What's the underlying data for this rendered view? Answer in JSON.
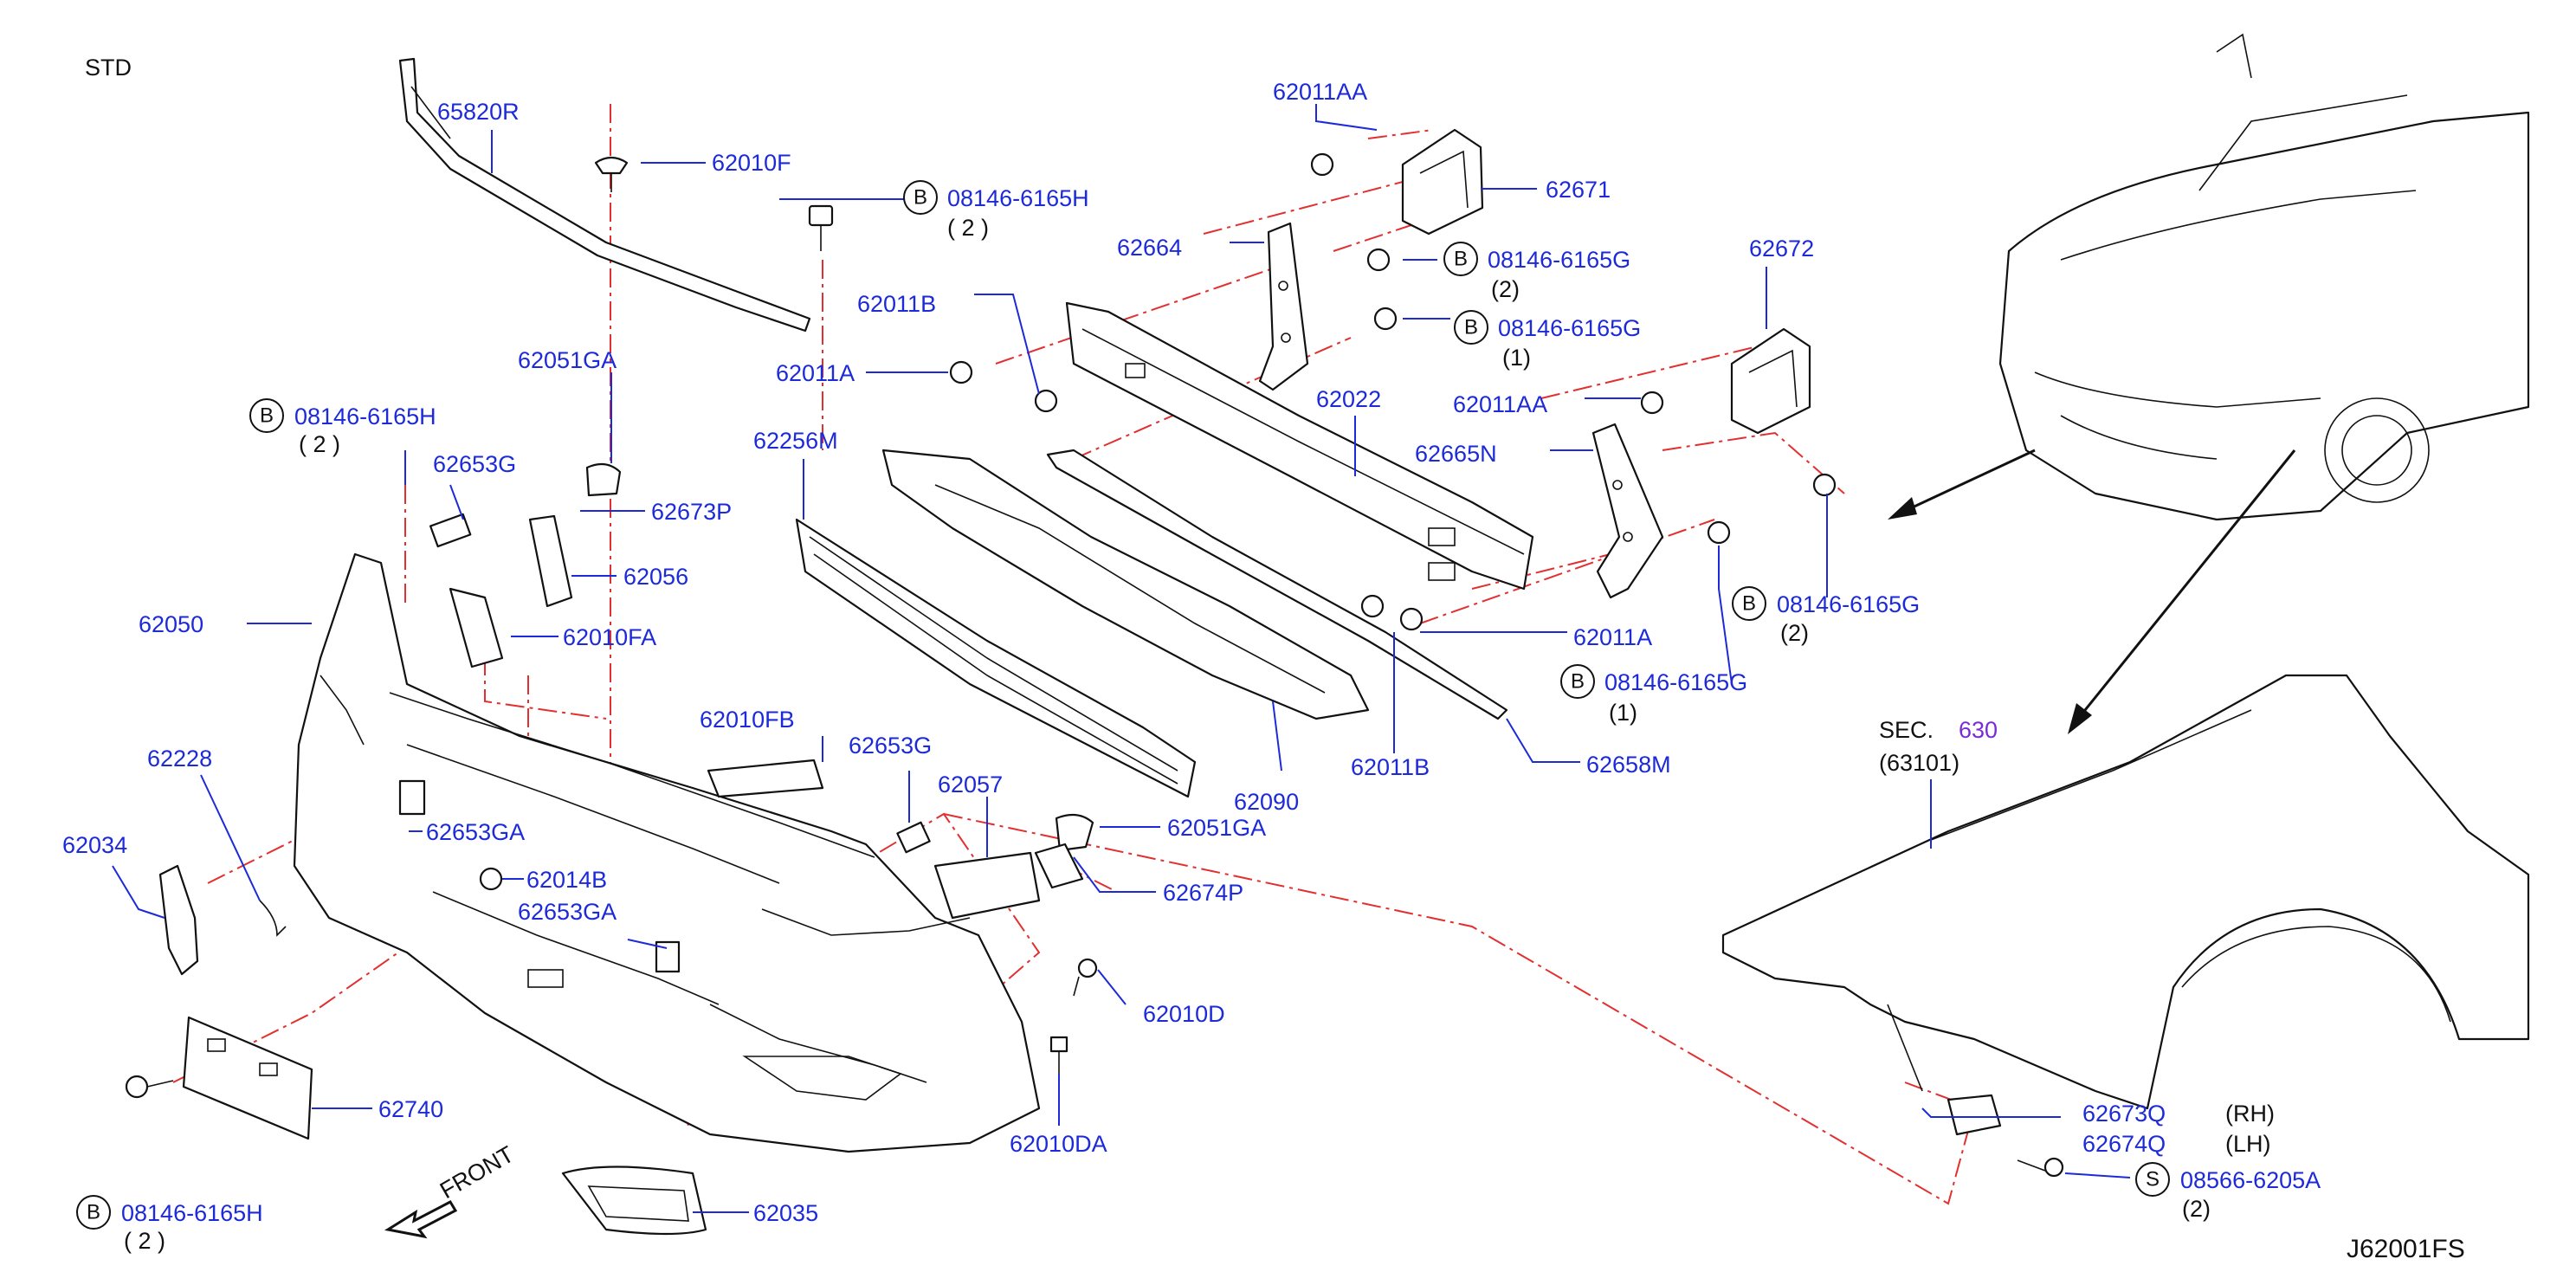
{
  "header": {
    "std": "STD"
  },
  "footer": {
    "diagram_code": "J62001FS"
  },
  "front_label": "FRONT",
  "parts": [
    {
      "id": "p65820R",
      "number": "65820R"
    },
    {
      "id": "p62010F",
      "number": "62010F"
    },
    {
      "id": "p62051GA_top",
      "number": "62051GA"
    },
    {
      "id": "p62653G_left",
      "number": "62653G"
    },
    {
      "id": "p62673P",
      "number": "62673P"
    },
    {
      "id": "p62056",
      "number": "62056"
    },
    {
      "id": "p62050",
      "number": "62050"
    },
    {
      "id": "p62010FA",
      "number": "62010FA"
    },
    {
      "id": "p62228",
      "number": "62228"
    },
    {
      "id": "p62034",
      "number": "62034"
    },
    {
      "id": "p62653GA_a",
      "number": "62653GA"
    },
    {
      "id": "p62014B",
      "number": "62014B"
    },
    {
      "id": "p62653GA_b",
      "number": "62653GA"
    },
    {
      "id": "p62740",
      "number": "62740"
    },
    {
      "id": "p62035",
      "number": "62035"
    },
    {
      "id": "p62010D",
      "number": "62010D"
    },
    {
      "id": "p62010DA",
      "number": "62010DA"
    },
    {
      "id": "p62010FB",
      "number": "62010FB"
    },
    {
      "id": "p62653G_mid",
      "number": "62653G"
    },
    {
      "id": "p62057",
      "number": "62057"
    },
    {
      "id": "p62051GA_mid",
      "number": "62051GA"
    },
    {
      "id": "p62674P",
      "number": "62674P"
    },
    {
      "id": "p62256M",
      "number": "62256M"
    },
    {
      "id": "p62090",
      "number": "62090"
    },
    {
      "id": "p62011B_top",
      "number": "62011B"
    },
    {
      "id": "p62011A_top",
      "number": "62011A"
    },
    {
      "id": "p62011AA_top",
      "number": "62011AA"
    },
    {
      "id": "p62671",
      "number": "62671"
    },
    {
      "id": "p62664",
      "number": "62664"
    },
    {
      "id": "p62022",
      "number": "62022"
    },
    {
      "id": "p62672",
      "number": "62672"
    },
    {
      "id": "p62011AA_right",
      "number": "62011AA"
    },
    {
      "id": "p62665N",
      "number": "62665N"
    },
    {
      "id": "p62011A_bottom",
      "number": "62011A"
    },
    {
      "id": "p62011B_bottom",
      "number": "62011B"
    },
    {
      "id": "p62658M",
      "number": "62658M"
    },
    {
      "id": "p62673Q",
      "number": "62673Q",
      "side": "(RH)"
    },
    {
      "id": "p62674Q",
      "number": "62674Q",
      "side": "(LH)"
    }
  ],
  "callouts": [
    {
      "id": "c1",
      "symbol": "B",
      "number": "08146-6165H",
      "qty": "( 2 )"
    },
    {
      "id": "c2",
      "symbol": "B",
      "number": "08146-6165H",
      "qty": "( 2 )"
    },
    {
      "id": "c3",
      "symbol": "B",
      "number": "08146-6165H",
      "qty": "( 2 )"
    },
    {
      "id": "c4",
      "symbol": "B",
      "number": "08146-6165G",
      "qty": "(2)"
    },
    {
      "id": "c5",
      "symbol": "B",
      "number": "08146-6165G",
      "qty": "(1)"
    },
    {
      "id": "c6",
      "symbol": "B",
      "number": "08146-6165G",
      "qty": "(2)"
    },
    {
      "id": "c7",
      "symbol": "B",
      "number": "08146-6165G",
      "qty": "(1)"
    },
    {
      "id": "c8",
      "symbol": "S",
      "number": "08566-6205A",
      "qty": "(2)"
    }
  ],
  "section_ref": {
    "prefix": "SEC.",
    "number": "630",
    "sub": "(63101)"
  },
  "colors": {
    "label": "#1c2ad8",
    "leader_dash": "#e23030",
    "section_link": "#7a2bd6",
    "line": "#111111"
  }
}
